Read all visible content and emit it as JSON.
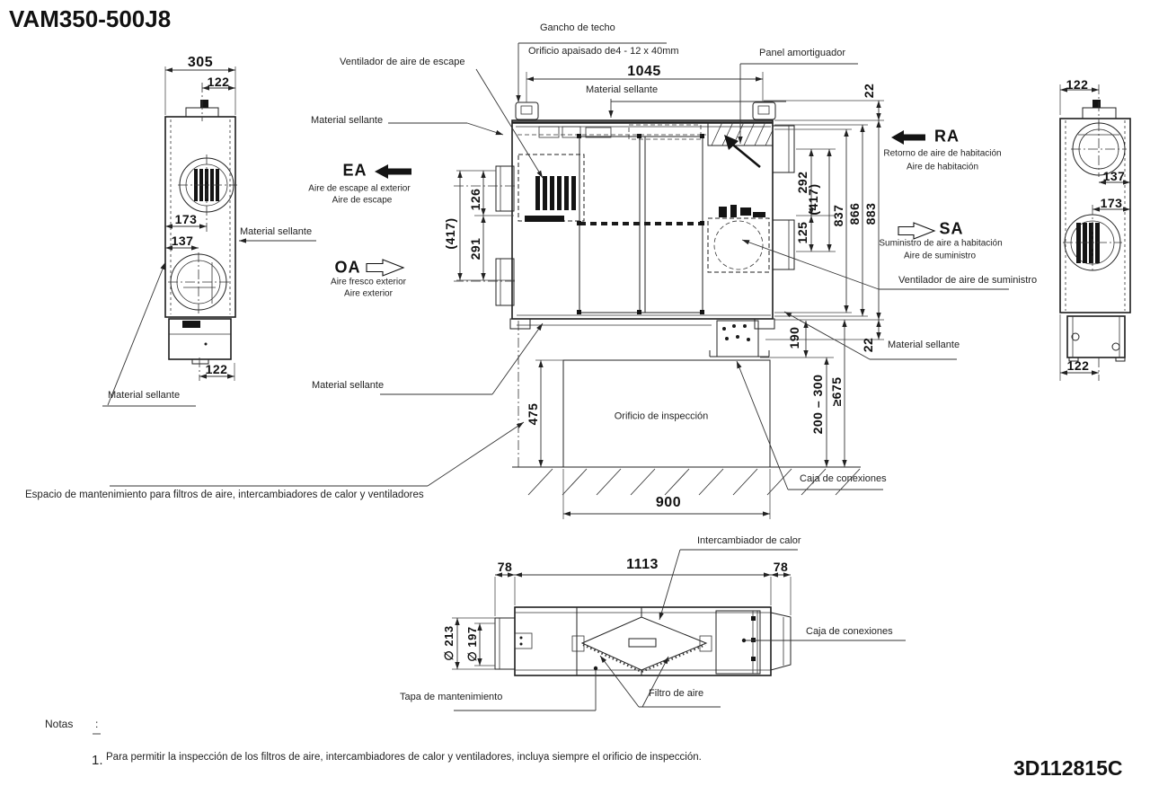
{
  "title": "VAM350-500J8",
  "drawing_number": "3D112815C",
  "labels": {
    "gancho_de_techo": "Gancho de techo",
    "orificio_apaisado": "Orificio apaisado de4 - 12 x 40mm",
    "panel_amortiguador": "Panel amortiguador",
    "ventilador_escape": "Ventilador de aire de escape",
    "ventilador_suministro": "Ventilador de aire de suministro",
    "material_sellante": "Material sellante",
    "orificio_inspeccion": "Orificio de inspección",
    "caja_conexiones": "Caja de conexiones",
    "intercambiador_calor": "Intercambiador de calor",
    "tapa_mantenimiento": "Tapa de mantenimiento",
    "filtro_aire": "Filtro de aire",
    "espacio_mantenimiento": "Espacio de mantenimiento para filtros de aire, intercambiadores de calor y ventiladores"
  },
  "airflow": {
    "ea": {
      "code": "EA",
      "desc": "Aire de escape al exterior",
      "name": "Aire de escape"
    },
    "oa": {
      "code": "OA",
      "desc": "Aire fresco exterior",
      "name": "Aire exterior"
    },
    "ra": {
      "code": "RA",
      "desc": "Retorno de aire de habitación",
      "name": "Aire de habitación"
    },
    "sa": {
      "code": "SA",
      "desc": "Suministro de aire a habitación",
      "name": "Aire de suministro"
    }
  },
  "dims": {
    "left_view": {
      "w305": "305",
      "w122_top": "122",
      "w173": "173",
      "w137": "137",
      "w122_bottom": "122"
    },
    "front_view": {
      "w1045": "1045",
      "h22_top": "22",
      "h883": "883",
      "h866": "866",
      "h837": "837",
      "h292": "292",
      "h417_right": "(417)",
      "h125": "125",
      "h22_bottom": "22",
      "h190": "190",
      "h126": "126",
      "h291": "291",
      "h417_left": "(417)",
      "h200_300": "200 – 300",
      "h675": "≥675",
      "h475": "475",
      "w900": "900"
    },
    "right_view": {
      "w122_top": "122",
      "w137": "137",
      "w173": "173",
      "w122_bottom": "122"
    },
    "bottom_view": {
      "w78_left": "78",
      "w1113": "1113",
      "w78_right": "78",
      "d213": "∅ 213",
      "d197": "∅ 197"
    }
  },
  "notes": {
    "heading": "Notas",
    "colon": ":",
    "item_no": "1.",
    "item_text": "Para permitir la inspección de los filtros de aire, intercambiadores de calor y ventiladores, incluya siempre el orificio de inspección."
  }
}
